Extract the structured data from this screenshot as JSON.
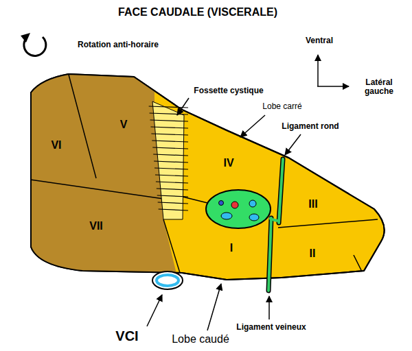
{
  "diagram": {
    "title": "FACE CAUDALE (VISCERALE)",
    "labels": [
      "Rotation anti-horaire",
      "Ventral",
      "Latéral gauche",
      "Fossette cystique",
      "Lobe carré",
      "Ligament rond",
      "V",
      "VI",
      "IV",
      "III",
      "VII",
      "I",
      "II",
      "VCI",
      "Lobe caudé",
      "Ligament veineux"
    ]
  }
}
